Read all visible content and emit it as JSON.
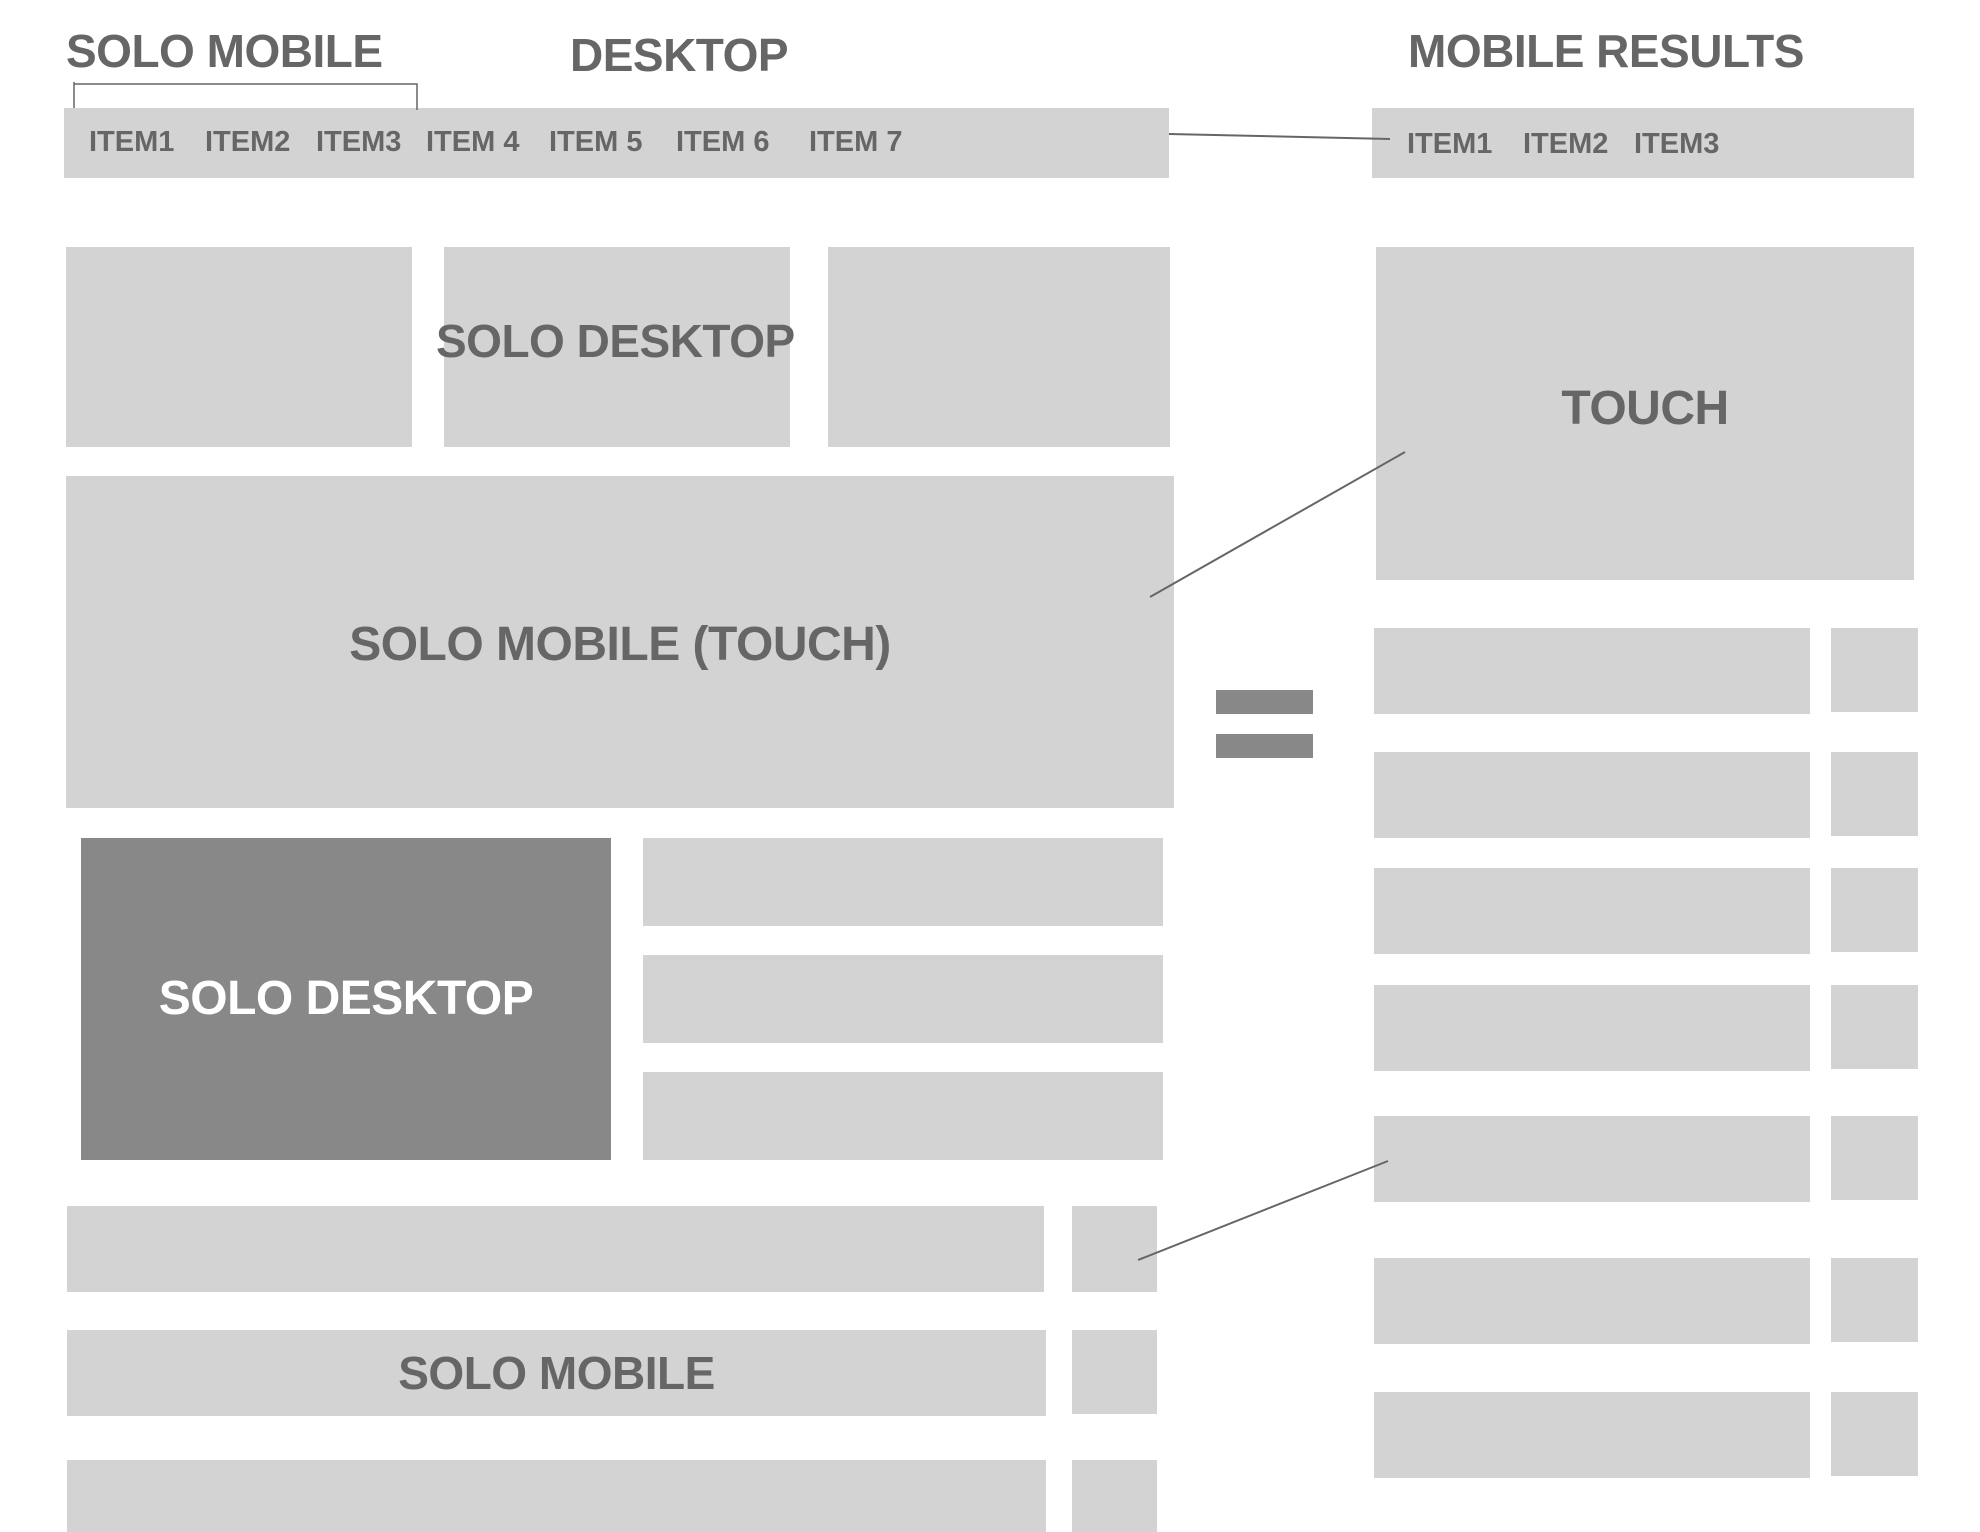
{
  "headings": {
    "solo_mobile": "SOLO MOBILE",
    "desktop": "DESKTOP",
    "mobile_results": "MOBILE RESULTS"
  },
  "desktop_nav": {
    "items": [
      "ITEM1",
      "ITEM2",
      "ITEM3",
      "ITEM 4",
      "ITEM 5",
      "ITEM 6",
      "ITEM 7"
    ]
  },
  "mobile_nav": {
    "items": [
      "ITEM1",
      "ITEM2",
      "ITEM3"
    ]
  },
  "desktop_blocks": {
    "top_middle_label": "SOLO DESKTOP",
    "touch_banner_label": "SOLO MOBILE (TOUCH)",
    "featured_label": "SOLO DESKTOP",
    "list_label": "SOLO MOBILE"
  },
  "mobile_blocks": {
    "touch_label": "TOUCH"
  },
  "colors": {
    "block": "#d3d3d3",
    "dark_block": "#888888",
    "text": "#666666",
    "featured_text": "#ffffff",
    "connector": "#666666"
  }
}
